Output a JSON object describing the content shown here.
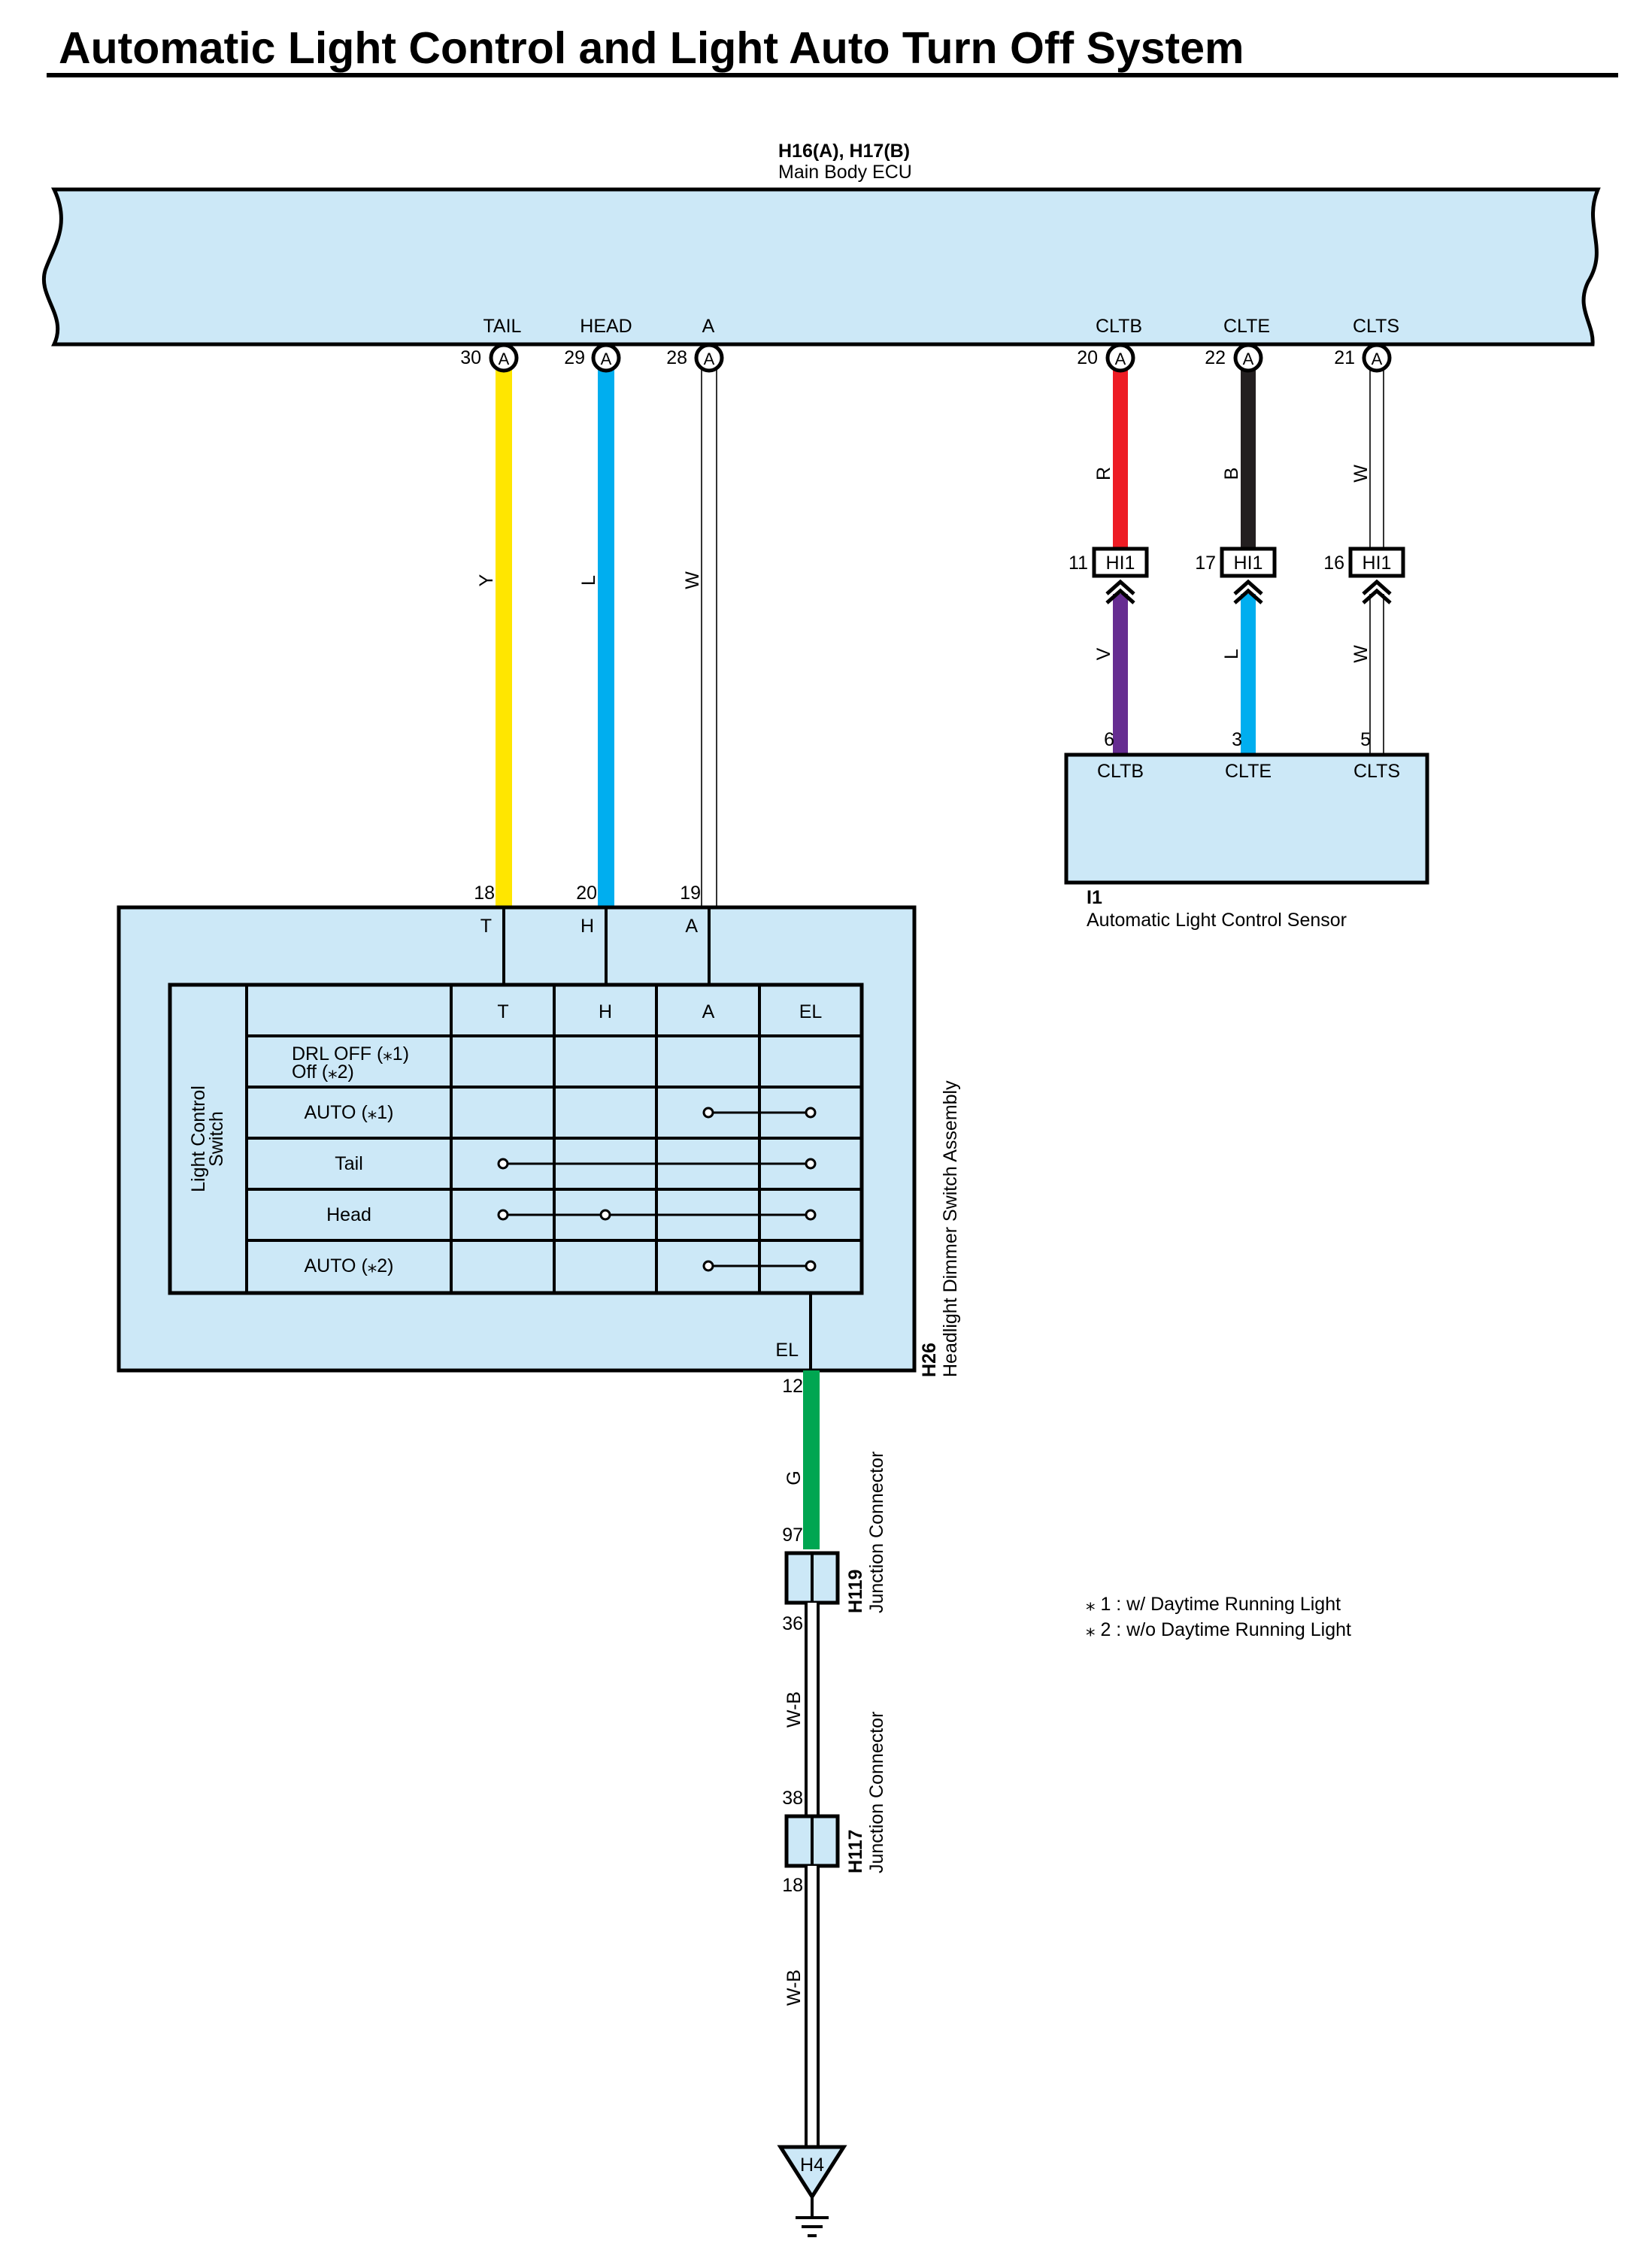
{
  "title": "Automatic Light Control and Light Auto Turn Off System",
  "ecu": {
    "connector": "H16(A), H17(B)",
    "name": "Main Body ECU",
    "terminals": [
      {
        "label": "TAIL",
        "pin": "30",
        "conn": "A"
      },
      {
        "label": "HEAD",
        "pin": "29",
        "conn": "A"
      },
      {
        "label": "A",
        "pin": "28",
        "conn": "A"
      },
      {
        "label": "CLTB",
        "pin": "20",
        "conn": "A"
      },
      {
        "label": "CLTE",
        "pin": "22",
        "conn": "A"
      },
      {
        "label": "CLTS",
        "pin": "21",
        "conn": "A"
      }
    ]
  },
  "wires": {
    "tail": {
      "color_code": "Y",
      "hex": "#ffe600"
    },
    "head": {
      "color_code": "L",
      "hex": "#00aeef"
    },
    "a": {
      "color_code": "W",
      "hex": "#ffffff"
    },
    "cltb_upper": {
      "color_code": "R",
      "hex": "#ed1c24"
    },
    "clte_upper": {
      "color_code": "B",
      "hex": "#231f20"
    },
    "clts_upper": {
      "color_code": "W",
      "hex": "#ffffff"
    },
    "cltb_lower": {
      "color_code": "V",
      "hex": "#662d91"
    },
    "clte_lower": {
      "color_code": "L",
      "hex": "#00aeef"
    },
    "clts_lower": {
      "color_code": "W",
      "hex": "#ffffff"
    },
    "el": {
      "color_code": "G",
      "hex": "#00a651"
    },
    "ground1": {
      "color_code": "W-B"
    },
    "ground2": {
      "color_code": "W-B"
    }
  },
  "hi1": {
    "label": "HI1",
    "pins": [
      "11",
      "17",
      "16"
    ]
  },
  "sensor": {
    "connector": "I1",
    "name": "Automatic Light Control Sensor",
    "terminals": [
      {
        "label": "CLTB",
        "pin": "6"
      },
      {
        "label": "CLTE",
        "pin": "3"
      },
      {
        "label": "CLTS",
        "pin": "5"
      }
    ]
  },
  "switch_assembly": {
    "connector": "H26",
    "name": "Headlight Dimmer Switch Assembly",
    "input_pins": [
      "18",
      "20",
      "19"
    ],
    "input_labels": [
      "T",
      "H",
      "A"
    ],
    "el_label": "EL",
    "el_pin": "12",
    "switch_label_line1": "Light Control",
    "switch_label_line2": "Switch",
    "columns": [
      "T",
      "H",
      "A",
      "EL"
    ],
    "rows": [
      {
        "line1": "DRL OFF (⁎1)",
        "line2": "Off (⁎2)"
      },
      {
        "line1": "AUTO (⁎1)"
      },
      {
        "line1": "Tail"
      },
      {
        "line1": "Head"
      },
      {
        "line1": "AUTO (⁎2)"
      }
    ]
  },
  "junction1": {
    "connector": "H119",
    "name": "Junction Connector",
    "pin_in": "97",
    "pin_out": "36"
  },
  "junction2": {
    "connector": "H117",
    "name": "Junction Connector",
    "pin_in": "38",
    "pin_out": "18"
  },
  "ground": {
    "label": "H4"
  },
  "notes": [
    "⁎ 1 : w/ Daytime Running Light",
    "⁎ 2 : w/o Daytime Running Light"
  ]
}
